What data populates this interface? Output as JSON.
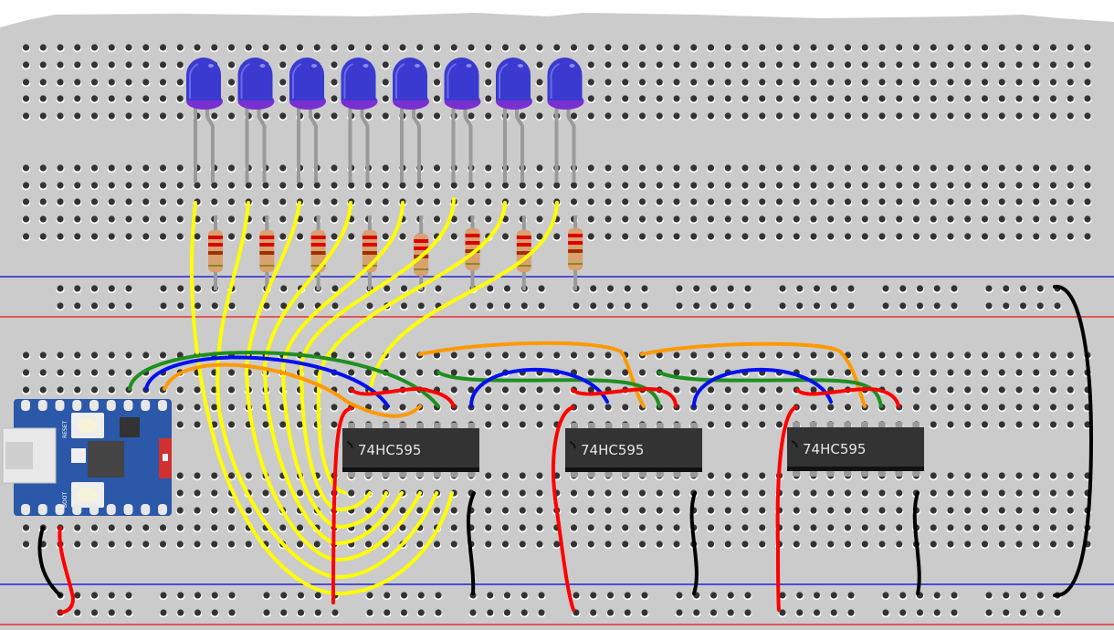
{
  "diagram": {
    "type": "breadboard-circuit",
    "description": "Microcontroller driving 8 blue LEDs through three daisy-chained 74HC595 shift registers",
    "colors": {
      "board": "#cbcbcb",
      "hole": "#333333",
      "hole_rim": "#ffffff",
      "rail_negative": "#0000dd",
      "rail_positive": "#ee1111",
      "led_body": "#3a3ad0",
      "led_rim": "#7a2fd0",
      "wire_yellow": "#ffff00",
      "wire_red": "#ff0000",
      "wire_black": "#000000",
      "wire_green": "#1f8f1f",
      "wire_blue": "#0010ee",
      "wire_orange": "#ff9900",
      "chip_body": "#333333",
      "mcu_board": "#2b58a8"
    },
    "microcontroller": {
      "labels": [
        "RESET",
        "BOOT"
      ],
      "connector": "usb-c"
    },
    "chips": [
      {
        "label": "74HC595"
      },
      {
        "label": "74HC595"
      },
      {
        "label": "74HC595"
      }
    ],
    "leds": {
      "count": 8,
      "color": "blue"
    },
    "resistors": {
      "count": 8,
      "bands": [
        "red",
        "red",
        "brown",
        "gold"
      ]
    }
  }
}
